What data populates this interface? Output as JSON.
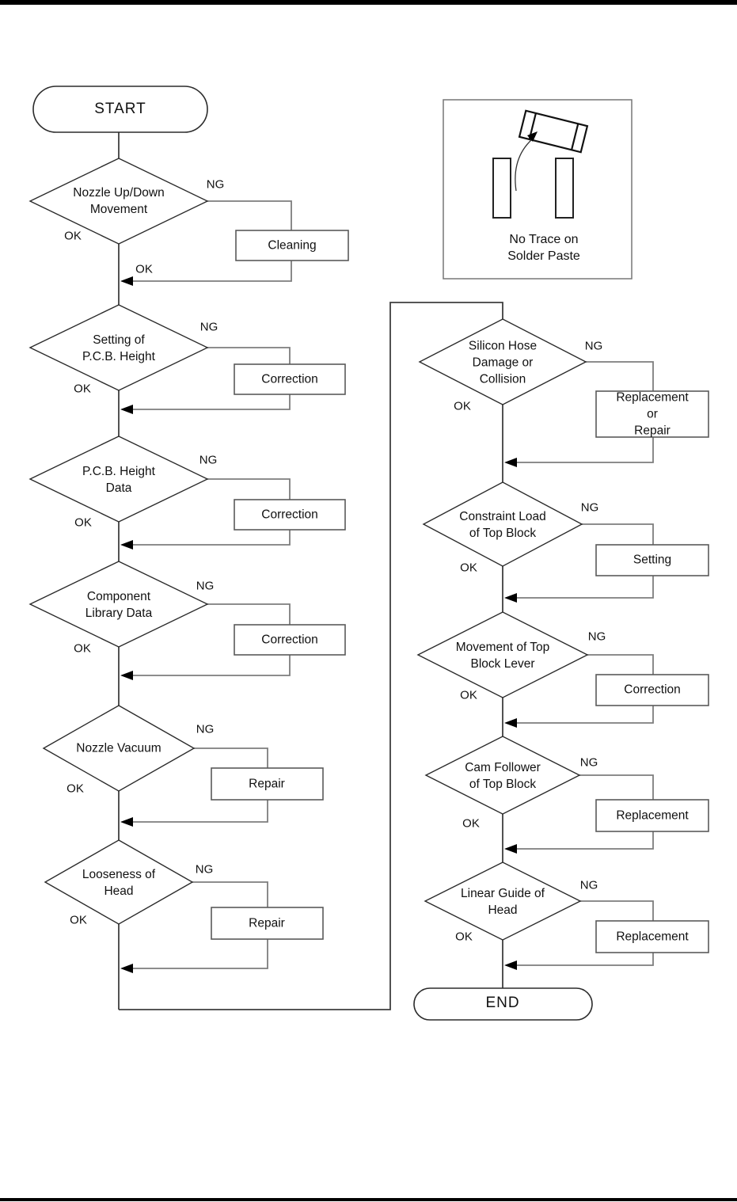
{
  "flowchart": {
    "start": "START",
    "end": "END",
    "ng": "NG",
    "ok": "OK",
    "first_merge_ok": "OK",
    "left_column": [
      {
        "decision": "Nozzle Up/Down\nMovement",
        "action": "Cleaning"
      },
      {
        "decision": "Setting of\nP.C.B. Height",
        "action": "Correction"
      },
      {
        "decision": "P.C.B. Height\nData",
        "action": "Correction"
      },
      {
        "decision": "Component\nLibrary Data",
        "action": "Correction"
      },
      {
        "decision": "Nozzle Vacuum",
        "action": "Repair"
      },
      {
        "decision": "Looseness of\nHead",
        "action": "Repair"
      }
    ],
    "right_column": [
      {
        "decision": "Silicon Hose\nDamage or\nCollision",
        "action": "Replacement or\nRepair"
      },
      {
        "decision": "Constraint Load\nof Top Block",
        "action": "Setting"
      },
      {
        "decision": "Movement of Top\nBlock Lever",
        "action": "Correction"
      },
      {
        "decision": "Cam Follower\nof Top Block",
        "action": "Replacement"
      },
      {
        "decision": "Linear Guide of\nHead",
        "action": "Replacement"
      }
    ],
    "inset": {
      "caption": "No Trace on\nSolder Paste"
    }
  }
}
